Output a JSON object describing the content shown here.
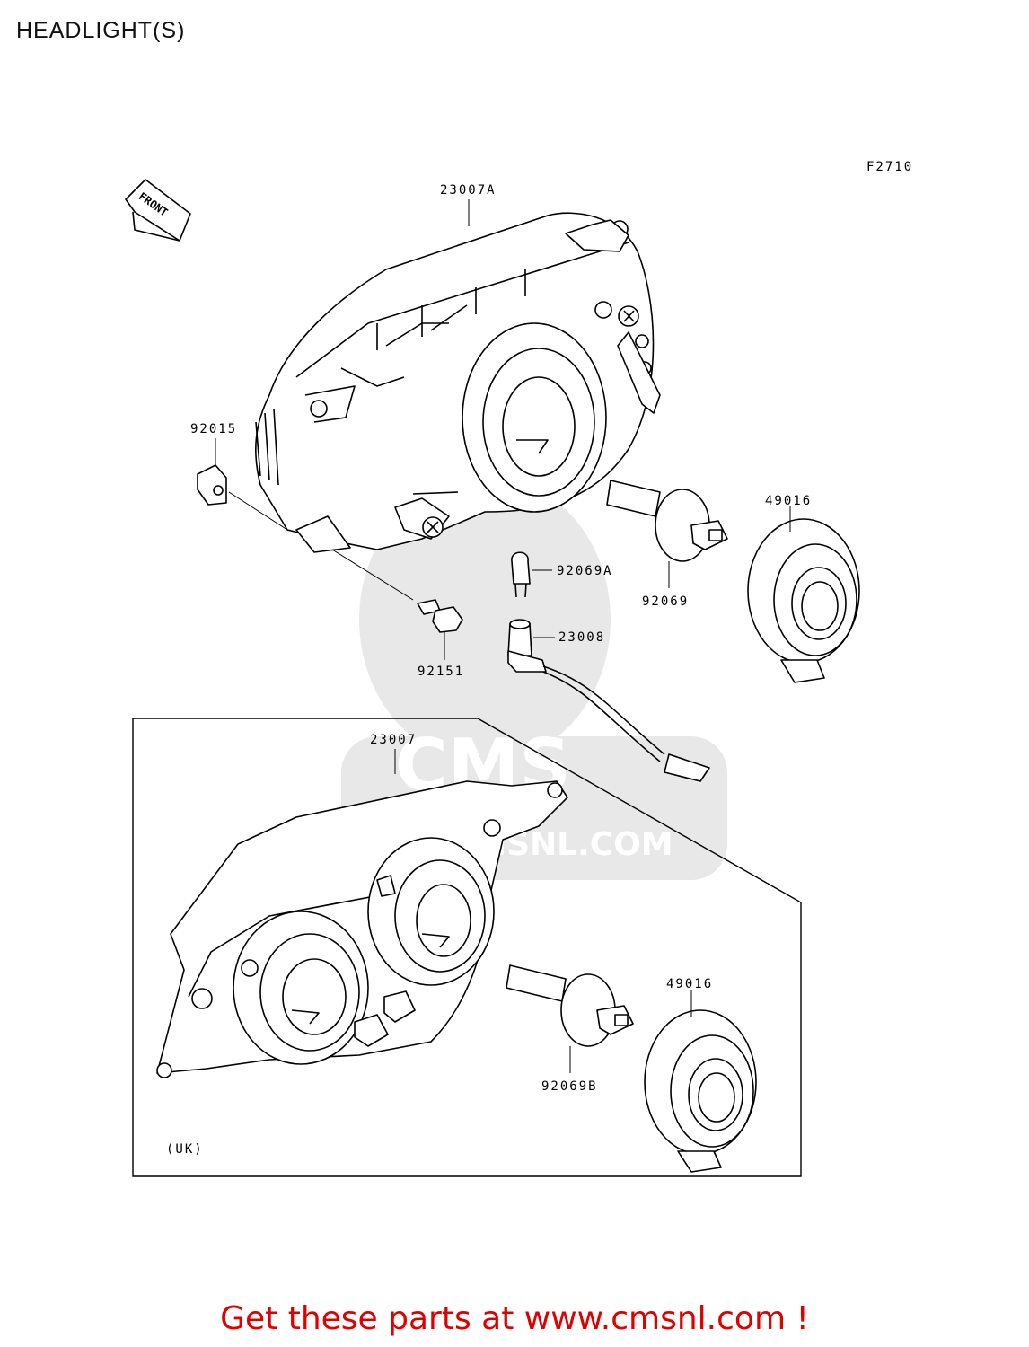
{
  "page": {
    "title": "HEADLIGHT(S)",
    "footer": "Get these parts at www.cmsnl.com !"
  },
  "diagram": {
    "code": "F2710",
    "front_arrow": "FRONT",
    "watermark": {
      "logo": "CMS",
      "url": "WWW.CMSNL.COM"
    },
    "callouts": {
      "p23007A": "23007A",
      "p92015": "92015",
      "p49016_top": "49016",
      "p92069A": "92069A",
      "p92069": "92069",
      "p23008": "23008",
      "p92151": "92151",
      "p23007": "23007",
      "p49016_uk": "49016",
      "p92069B": "92069B"
    },
    "uk_box_label": "(UK)"
  },
  "colors": {
    "footer": "#e00000",
    "lines": "#000000",
    "watermark": "#e6e6e6"
  }
}
